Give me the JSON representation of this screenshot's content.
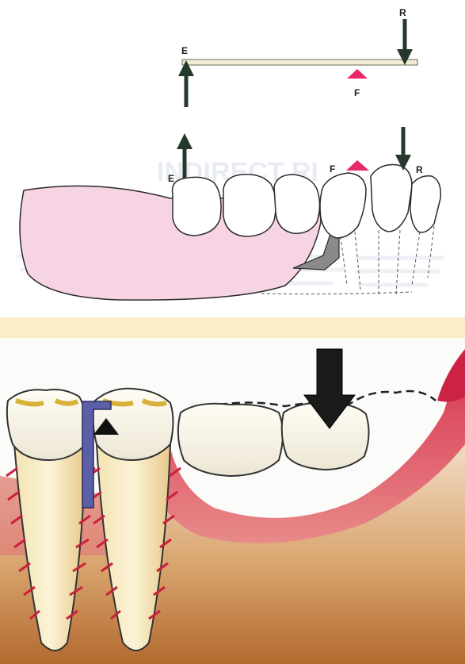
{
  "lever_diagram": {
    "labels": {
      "effort": "E",
      "fulcrum": "F",
      "resistance": "R"
    }
  },
  "denture_diagram": {
    "labels": {
      "effort": "E",
      "fulcrum": "F",
      "resistance": "R"
    },
    "watermark_text": "INDIRECT RI"
  },
  "colors": {
    "denture_base": "#f6d4e4",
    "fulcrum_marker": "#e8286a",
    "gingiva": "#cc2244",
    "arrow": "#24382c",
    "lever_bar": "#f0ecd2",
    "banner": "#fbedc8"
  }
}
